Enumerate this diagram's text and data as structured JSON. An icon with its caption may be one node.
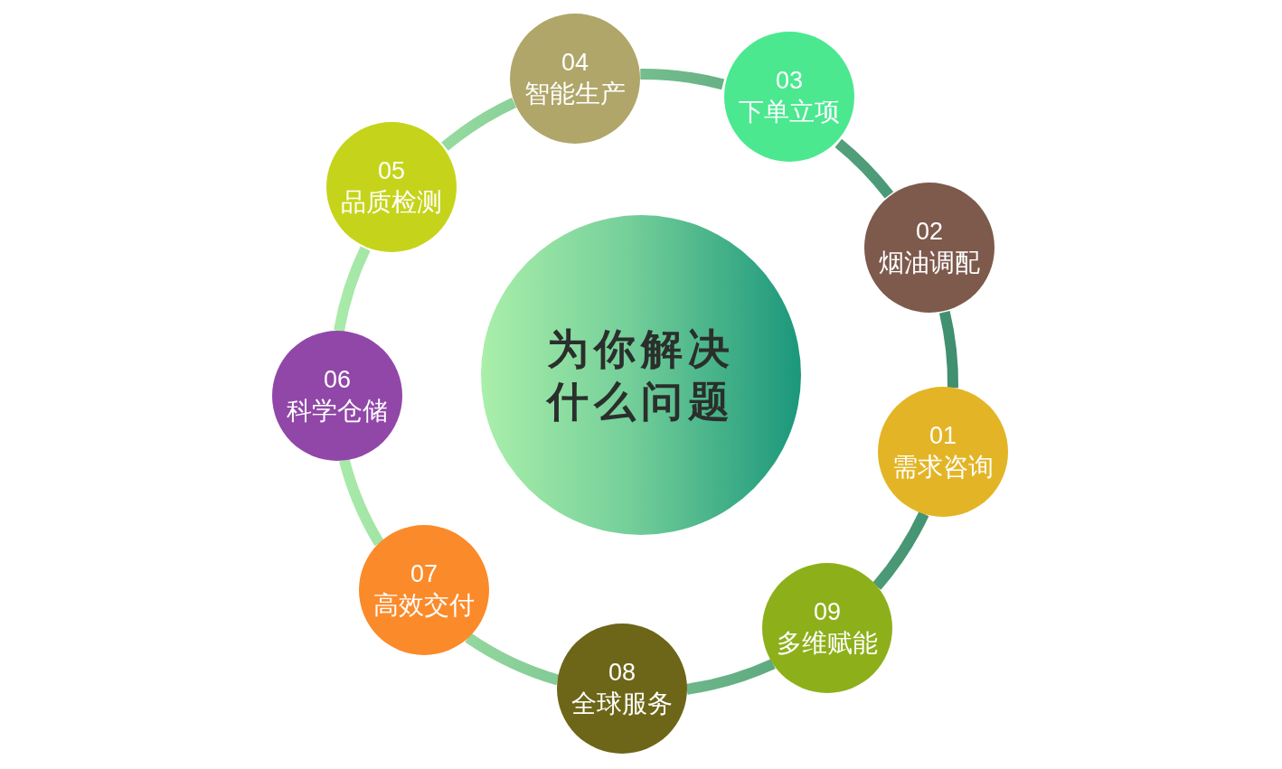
{
  "diagram": {
    "nodes": [
      {
        "text": [
          "为你解决什么问题"
        ]
      },
      {
        "text": [
          "01",
          "需求咨询"
        ]
      },
      {
        "text": [
          "02",
          "烟油调配"
        ]
      },
      {
        "text": [
          "03",
          "下单立项"
        ]
      },
      {
        "text": [
          "04",
          "智能生产"
        ]
      },
      {
        "text": [
          "05",
          "品质检测"
        ]
      },
      {
        "text": [
          "06",
          "科学仓储"
        ]
      },
      {
        "text": [
          "07",
          "高效交付"
        ]
      },
      {
        "text": [
          "08",
          "全球服务"
        ]
      },
      {
        "text": [
          "09",
          "多维赋能"
        ]
      }
    ],
    "edges": [
      {
        "from": 1,
        "to": 2,
        "arrow": "none"
      },
      {
        "from": 2,
        "to": 3,
        "arrow": "none"
      },
      {
        "from": 3,
        "to": 4,
        "arrow": "none"
      },
      {
        "from": 4,
        "to": 5,
        "arrow": "none"
      },
      {
        "from": 5,
        "to": 6,
        "arrow": "none"
      },
      {
        "from": 6,
        "to": 7,
        "arrow": "none"
      },
      {
        "from": 7,
        "to": 8,
        "arrow": "none"
      },
      {
        "from": 8,
        "to": 9,
        "arrow": "none"
      },
      {
        "from": 9,
        "to": 1,
        "arrow": "none"
      }
    ]
  }
}
